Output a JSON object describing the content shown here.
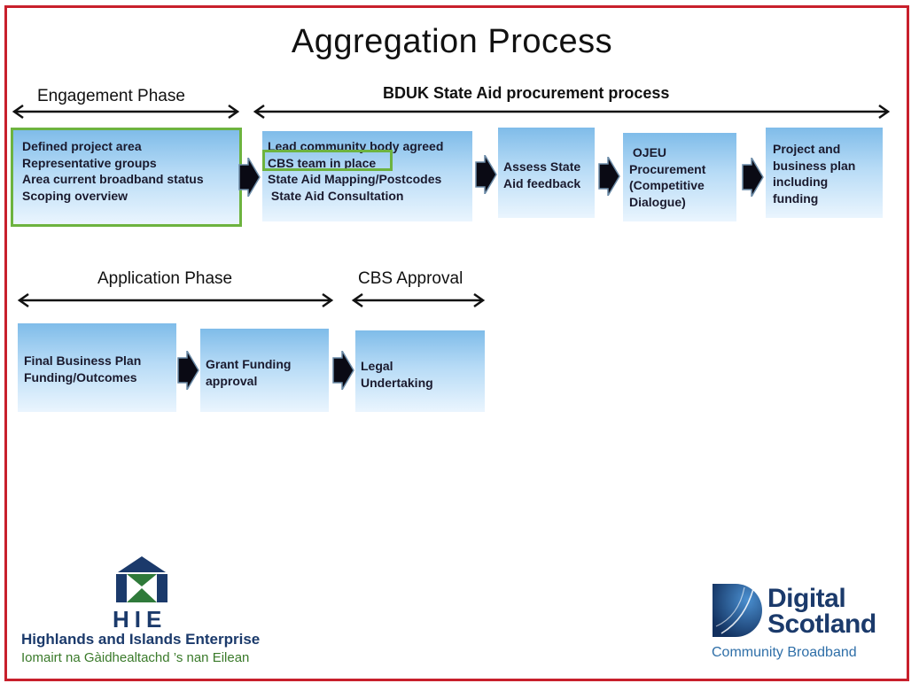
{
  "title": "Aggregation Process",
  "phases": {
    "engagement": "Engagement  Phase",
    "bduk": "BDUK State Aid procurement process",
    "application": "Application Phase",
    "cbs_approval": "CBS  Approval"
  },
  "boxes": {
    "engagement": [
      "Defined project area",
      "Representative groups",
      "Area current broadband status",
      "Scoping overview"
    ],
    "state_aid": [
      "Lead community body agreed",
      "CBS team in place",
      "State Aid  Mapping/Postcodes",
      " State Aid Consultation"
    ],
    "assess": [
      "Assess State",
      "Aid feedback"
    ],
    "ojeu": [
      " OJEU",
      "Procurement",
      "(Competitive",
      "Dialogue)"
    ],
    "project": [
      "Project and",
      "business plan",
      "including",
      "funding"
    ],
    "final_plan": [
      "Final Business Plan",
      "Funding/Outcomes"
    ],
    "grant": [
      "Grant Funding",
      "approval"
    ],
    "legal": [
      "Legal",
      "Undertaking"
    ]
  },
  "hie": {
    "letters": "HIE",
    "name": "Highlands and Islands Enterprise",
    "gaelic": "Iomairt na Gàidhealtachd ’s nan Eilean"
  },
  "digital_scotland": {
    "line1": "Digital",
    "line2": "Scotland",
    "sub": "Community Broadband"
  },
  "colors": {
    "frame": "#c8202c",
    "highlight": "#6db33f",
    "box_top": "#7fbce9",
    "box_bottom": "#eaf5fe",
    "brand_navy": "#1b3a6b"
  }
}
